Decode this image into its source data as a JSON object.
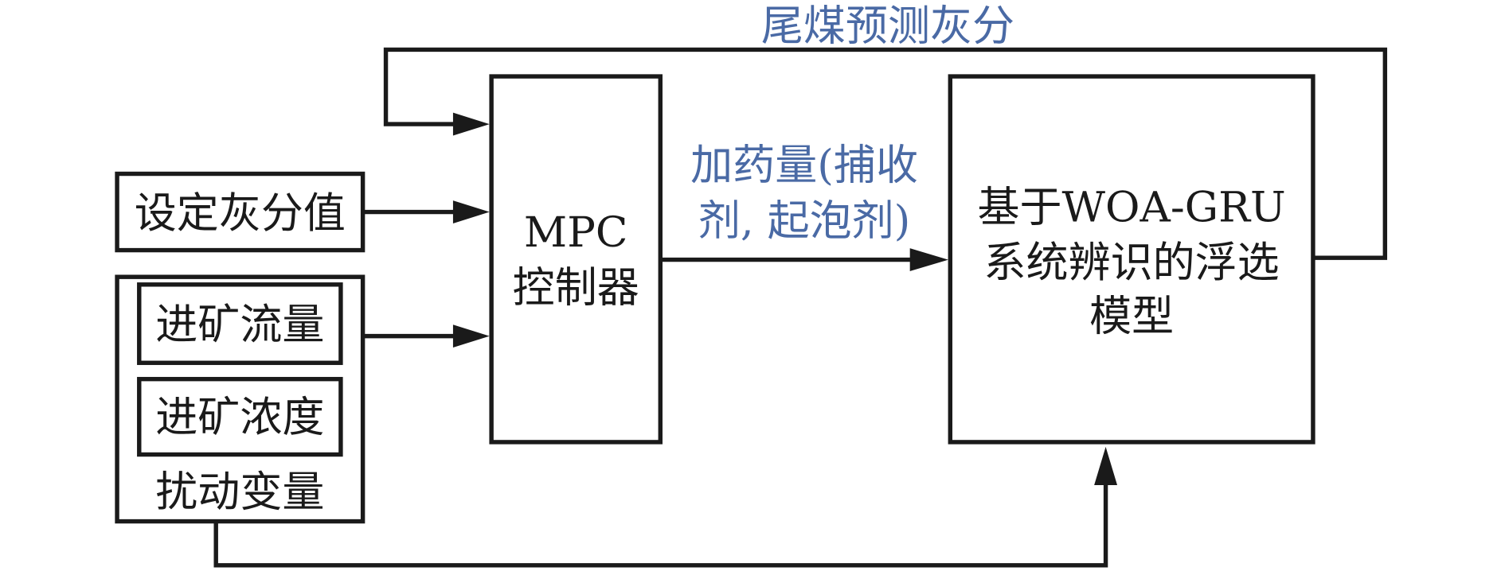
{
  "feedback_label": "尾煤预测灰分",
  "setpoint_label": "设定灰分值",
  "controller": {
    "line1": "MPC",
    "line2": "控制器"
  },
  "dosage_label": {
    "line1": "加药量(捕收",
    "line2": "剂, 起泡剂)"
  },
  "model": {
    "line1": "基于WOA-GRU",
    "line2": "系统辨识的浮选",
    "line3": "模型"
  },
  "disturbance": {
    "feed_flow": "进矿流量",
    "feed_concentration": "进矿浓度",
    "label": "扰动变量"
  },
  "colors": {
    "accent_text": "#4a6aa5",
    "line": "#1a1a1a"
  }
}
